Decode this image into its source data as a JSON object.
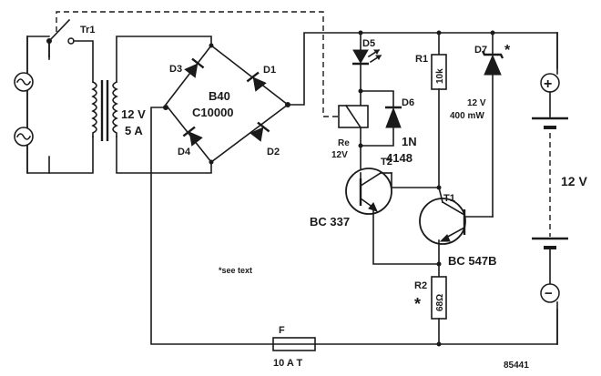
{
  "labels": {
    "tr1": "Tr1",
    "transformer_voltage": "12 V",
    "transformer_current": "5 A",
    "d3": "D3",
    "d1": "D1",
    "d4": "D4",
    "d2": "D2",
    "bridge_type": "B40",
    "bridge_cap": "C10000",
    "d5": "D5",
    "r1": "R1",
    "r1_value": "10k",
    "d7": "D7",
    "d7_voltage": "12 V",
    "d7_power": "400 mW",
    "d6": "D6",
    "d6_part_a": "1N",
    "d6_part_b": "4148",
    "relay": "Re",
    "relay_voltage": "12V",
    "t2": "T2",
    "t2_part": "BC 337",
    "t1": "T1",
    "t1_part": "BC 547B",
    "r2": "R2",
    "r2_value": "68Ω",
    "fuse": "F",
    "fuse_rating": "10 A T",
    "battery_voltage": "12 V",
    "plus_sign": "+",
    "minus_sign": "−",
    "asterisk": "*",
    "note": "*see text",
    "figure_number": "85441"
  }
}
